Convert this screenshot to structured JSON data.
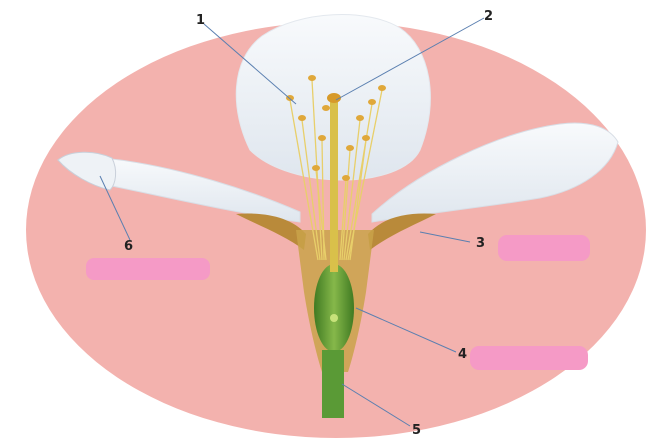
{
  "diagram": {
    "colors": {
      "background": "#ffffff",
      "oval": "#f3b2ae",
      "label_box": "#f59ac6",
      "petal": "#f4f6f8",
      "sepal": "#b98a3a",
      "ovary": "#4a8a2c",
      "stalk": "#5a9a36",
      "stamen": "#e0b43a",
      "leader_line": "#5a7fb0"
    },
    "labels": [
      {
        "id": "label-1",
        "text": "1"
      },
      {
        "id": "label-2",
        "text": "2"
      },
      {
        "id": "label-3",
        "text": "3"
      },
      {
        "id": "label-4",
        "text": "4"
      },
      {
        "id": "label-5",
        "text": "5"
      },
      {
        "id": "label-6",
        "text": "6"
      }
    ],
    "answer_boxes": [
      {
        "id": "answer-box-left",
        "text": ""
      },
      {
        "id": "answer-box-right-upper",
        "text": ""
      },
      {
        "id": "answer-box-right-lower",
        "text": ""
      }
    ]
  }
}
